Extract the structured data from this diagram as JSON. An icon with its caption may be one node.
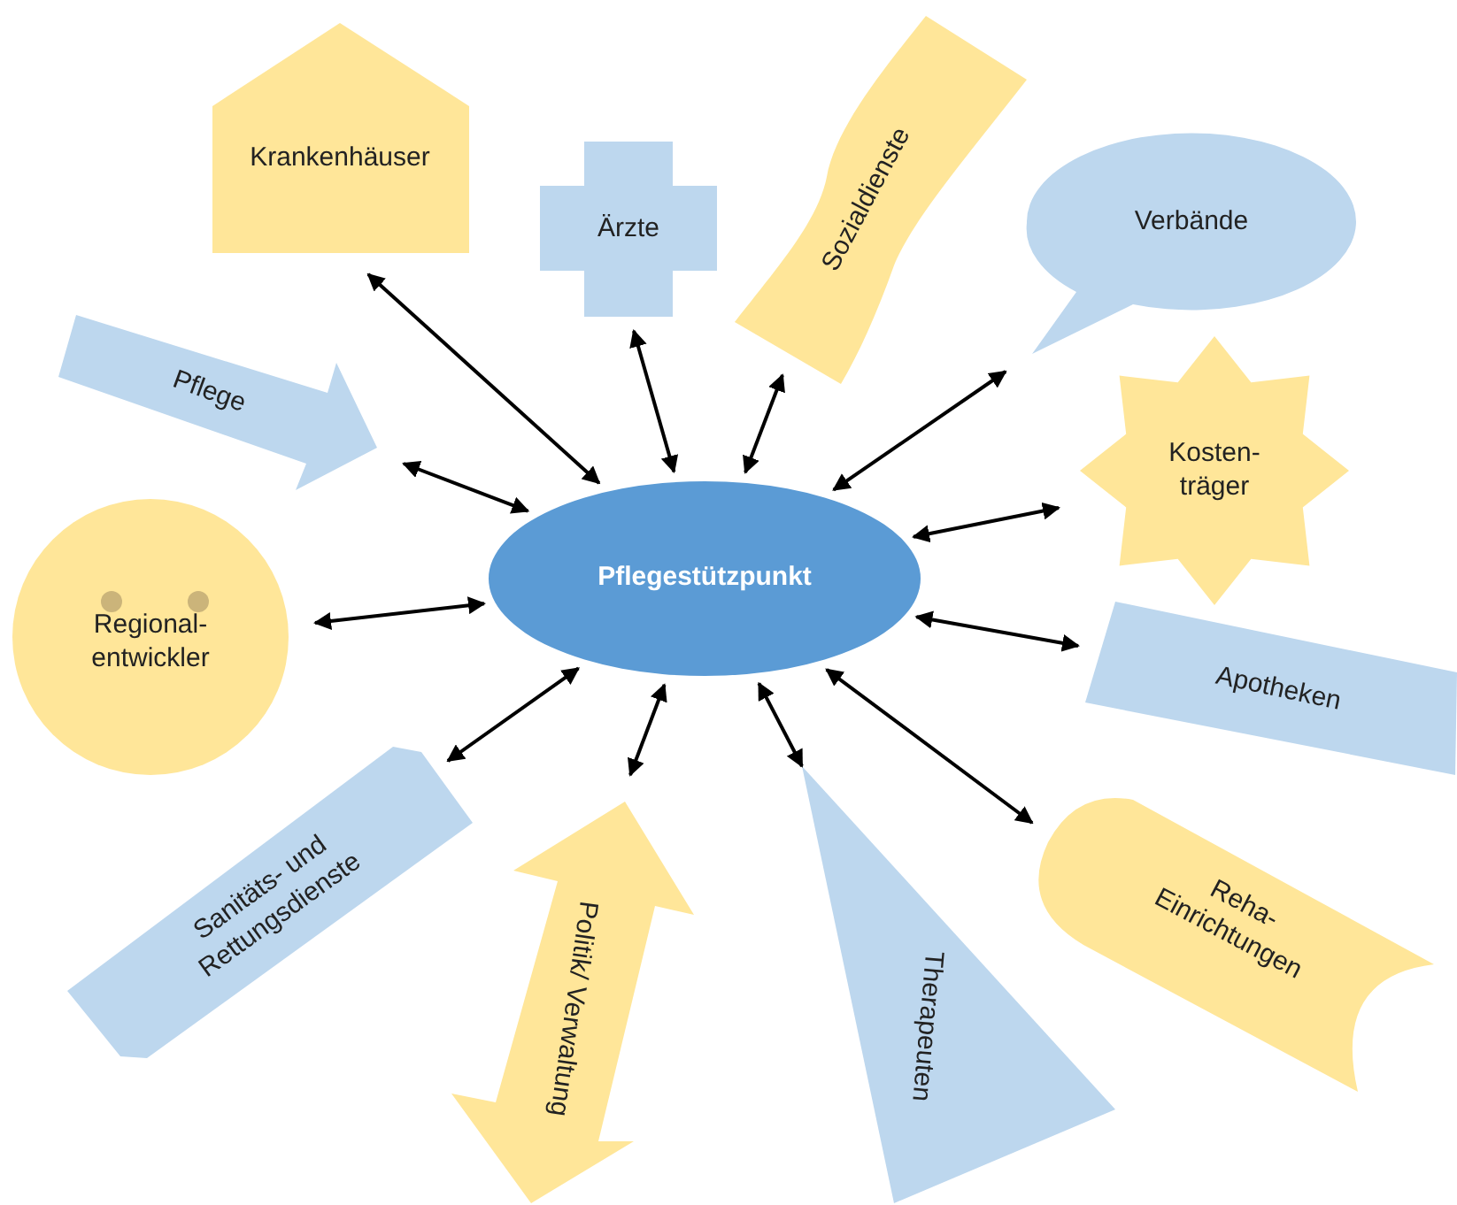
{
  "diagram": {
    "nodes": [
      {
        "text": [
          "Pflegestützpunkt"
        ]
      },
      {
        "text": [
          "Krankenhäuser"
        ]
      },
      {
        "text": [
          "Ärzte"
        ]
      },
      {
        "text": [
          "Sozialdienste"
        ]
      },
      {
        "text": [
          "Verbände"
        ]
      },
      {
        "text": [
          "Pflege"
        ]
      },
      {
        "text": [
          "Kosten- träger"
        ]
      },
      {
        "text": [
          "Regional- entwickler"
        ]
      },
      {
        "text": [
          "Apotheken"
        ]
      },
      {
        "text": [
          "Sanitäts- und Rettungsdienste"
        ]
      },
      {
        "text": [
          "Politik/ Verwaltung"
        ]
      },
      {
        "text": [
          "Therapeuten"
        ]
      },
      {
        "text": [
          "Reha- Einrichtungen"
        ]
      }
    ],
    "edges": [
      {
        "from": 0,
        "to": 1,
        "arrow": "both"
      },
      {
        "from": 0,
        "to": 2,
        "arrow": "both"
      },
      {
        "from": 0,
        "to": 3,
        "arrow": "both"
      },
      {
        "from": 0,
        "to": 4,
        "arrow": "both"
      },
      {
        "from": 0,
        "to": 5,
        "arrow": "both"
      },
      {
        "from": 0,
        "to": 6,
        "arrow": "both"
      },
      {
        "from": 0,
        "to": 7,
        "arrow": "both"
      },
      {
        "from": 0,
        "to": 8,
        "arrow": "both"
      },
      {
        "from": 0,
        "to": 9,
        "arrow": "both"
      },
      {
        "from": 0,
        "to": 10,
        "arrow": "both"
      },
      {
        "from": 0,
        "to": 11,
        "arrow": "both"
      },
      {
        "from": 0,
        "to": 12,
        "arrow": "both"
      }
    ]
  }
}
